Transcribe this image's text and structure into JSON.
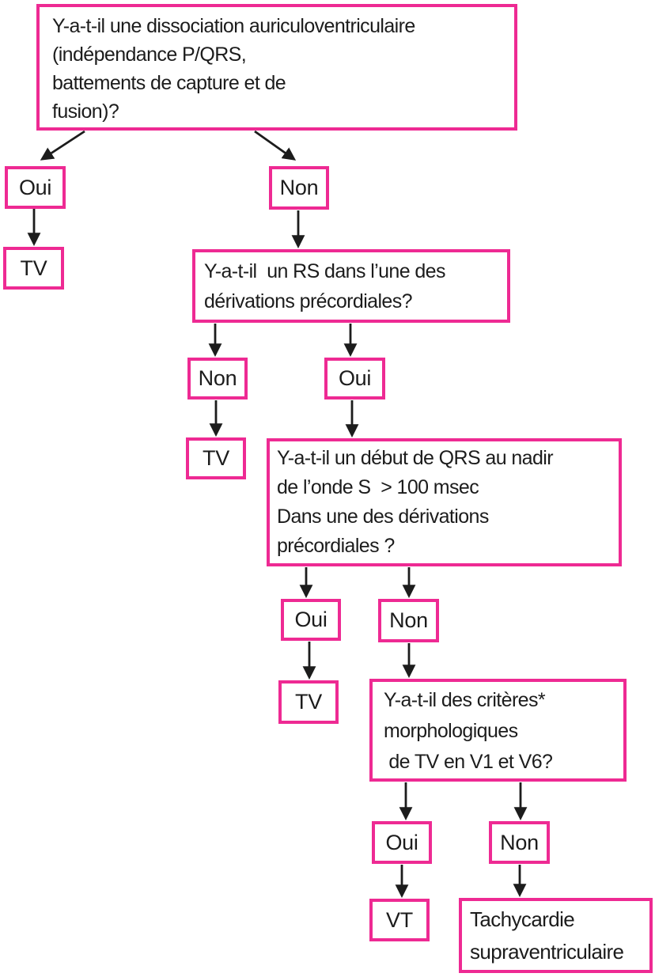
{
  "colors": {
    "box_border": "#ee2a93",
    "text": "#1c1c1c",
    "arrow": "#1c1c1c",
    "background": "#ffffff"
  },
  "nodes": {
    "q1": {
      "text": "Y-a-t-il une dissociation auriculoventriculaire\n(indépendance P/QRS,\nbattements de capture et de\nfusion)?"
    },
    "q1_oui": {
      "text": "Oui"
    },
    "q1_oui_result": {
      "text": "TV"
    },
    "q1_non": {
      "text": "Non"
    },
    "q2": {
      "text": "Y-a-t-il  un RS dans l’une des\ndérivations précordiales?"
    },
    "q2_non": {
      "text": "Non"
    },
    "q2_non_result": {
      "text": "TV"
    },
    "q2_oui": {
      "text": "Oui"
    },
    "q3": {
      "text": "Y-a-t-il un début de QRS au nadir\nde l’onde S  > 100 msec\nDans une des dérivations\nprécordiales ?"
    },
    "q3_oui": {
      "text": "Oui"
    },
    "q3_oui_result": {
      "text": "TV"
    },
    "q3_non": {
      "text": "Non"
    },
    "q4": {
      "text": "Y-a-t-il des critères*\nmorphologiques\n de TV en V1 et V6?"
    },
    "q4_oui": {
      "text": "Oui"
    },
    "q4_oui_result": {
      "text": "VT"
    },
    "q4_non": {
      "text": "Non"
    },
    "q4_non_result": {
      "text": "Tachycardie\nsupraventriculaire"
    }
  },
  "edges": [
    {
      "from": "q1",
      "to": "q1_oui"
    },
    {
      "from": "q1",
      "to": "q1_non"
    },
    {
      "from": "q1_oui",
      "to": "q1_oui_result"
    },
    {
      "from": "q1_non",
      "to": "q2"
    },
    {
      "from": "q2",
      "to": "q2_non"
    },
    {
      "from": "q2",
      "to": "q2_oui"
    },
    {
      "from": "q2_non",
      "to": "q2_non_result"
    },
    {
      "from": "q2_oui",
      "to": "q3"
    },
    {
      "from": "q3",
      "to": "q3_oui"
    },
    {
      "from": "q3",
      "to": "q3_non"
    },
    {
      "from": "q3_oui",
      "to": "q3_oui_result"
    },
    {
      "from": "q3_non",
      "to": "q4"
    },
    {
      "from": "q4",
      "to": "q4_oui"
    },
    {
      "from": "q4",
      "to": "q4_non"
    },
    {
      "from": "q4_oui",
      "to": "q4_oui_result"
    },
    {
      "from": "q4_non",
      "to": "q4_non_result"
    }
  ]
}
